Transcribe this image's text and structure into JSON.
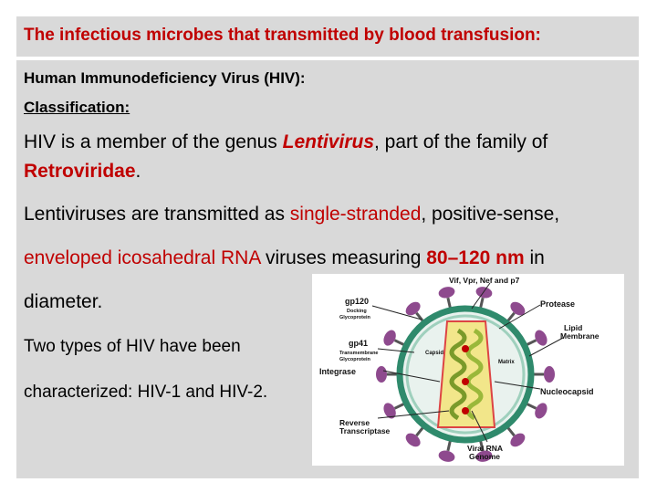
{
  "title": "The infectious microbes that transmitted by blood transfusion:",
  "section": {
    "heading": "Human Immunodeficiency Virus (HIV):",
    "subheading": "Classification:"
  },
  "para1": {
    "line1_pre": "HIV is a member of the genus ",
    "line1_genus": "Lentivirus",
    "line1_post": ", part of the family of",
    "line2_family": "Retroviridae",
    "line2_post": "."
  },
  "para2": {
    "line1_pre": "Lentiviruses are transmitted as ",
    "line1_red": "single-stranded",
    "line1_post": ", positive-sense,",
    "line2_red": "enveloped icosahedral RNA",
    "line2_mid": " viruses measuring ",
    "line2_size": "80–120 nm",
    "line2_post": " in",
    "line3": "diameter."
  },
  "para3": {
    "line1": "Two types of HIV have been",
    "line2": "characterized: HIV-1 and HIV-2."
  },
  "diagram": {
    "label_top": "Vif, Vpr, Nef and p7",
    "gp120": "gp120",
    "gp120_sub1": "Docking",
    "gp120_sub2": "Glycoprotein",
    "protease": "Protease",
    "lipid1": "Lipid",
    "lipid2": "Membrane",
    "gp41": "gp41",
    "gp41_sub1": "Transmembrane",
    "gp41_sub2": "Glycoprotein",
    "capsid": "Capsid",
    "matrix": "Matrix",
    "integrase": "Integrase",
    "nucleocapsid": "Nucleocapsid",
    "rt1": "Reverse",
    "rt2": "Transcriptase",
    "rna1": "Viral RNA",
    "rna2": "Genome",
    "colors": {
      "envelope": "#2f8a6c",
      "spike": "#8e4a8e",
      "capsid_fill": "#f2e68a",
      "rna": "#7a9a2a"
    }
  }
}
